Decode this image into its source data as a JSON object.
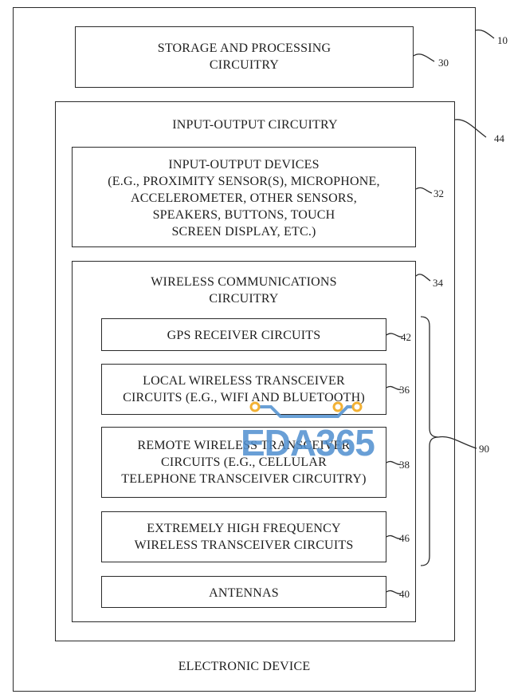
{
  "boxes": {
    "electronic_device": "ELECTRONIC DEVICE",
    "storage": [
      "STORAGE AND PROCESSING",
      "CIRCUITRY"
    ],
    "io_circuitry": "INPUT-OUTPUT CIRCUITRY",
    "io_devices": [
      "INPUT-OUTPUT DEVICES",
      "(E.G., PROXIMITY SENSOR(S), MICROPHONE,",
      "ACCELEROMETER, OTHER SENSORS,",
      "SPEAKERS, BUTTONS, TOUCH",
      "SCREEN DISPLAY, ETC.)"
    ],
    "wireless": [
      "WIRELESS COMMUNICATIONS",
      "CIRCUITRY"
    ],
    "gps": "GPS RECEIVER CIRCUITS",
    "local": [
      "LOCAL WIRELESS TRANSCEIVER",
      "CIRCUITS (E.G., WIFI AND BLUETOOTH)"
    ],
    "remote": [
      "REMOTE WIRELESS TRANSCEIVER",
      "CIRCUITS (E.G., CELLULAR",
      "TELEPHONE TRANSCEIVER CIRCUITRY)"
    ],
    "ehf": [
      "EXTREMELY HIGH FREQUENCY",
      "WIRELESS TRANSCEIVER CIRCUITS"
    ],
    "antennas": "ANTENNAS"
  },
  "refs": {
    "device": "10",
    "storage": "30",
    "io_circuitry": "44",
    "io_devices": "32",
    "wireless": "34",
    "gps": "42",
    "local": "36",
    "remote": "38",
    "ehf": "46",
    "antennas": "40",
    "bracket": "90"
  },
  "watermark": "EDA365",
  "colors": {
    "line": "#2a2a2a",
    "text": "#1e1e1e",
    "watermark_blue": "#4f8fcf",
    "watermark_gold": "#f2b134"
  }
}
